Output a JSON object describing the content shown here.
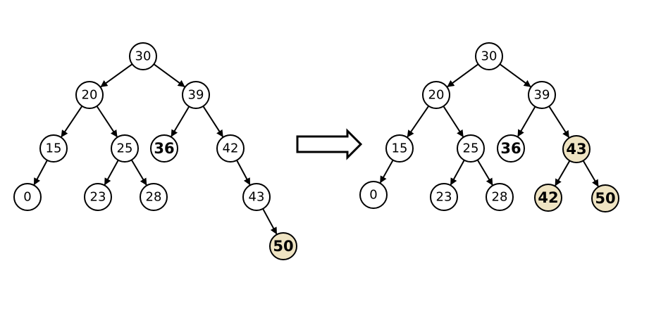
{
  "colors": {
    "node_fill": "#ffffff",
    "highlight_fill": "#efe4c3",
    "stroke": "#000000"
  },
  "trees": [
    {
      "id": "before",
      "nodes": [
        {
          "id": "n30",
          "label": "30"
        },
        {
          "id": "n20",
          "label": "20"
        },
        {
          "id": "n39",
          "label": "39"
        },
        {
          "id": "n15",
          "label": "15"
        },
        {
          "id": "n25",
          "label": "25"
        },
        {
          "id": "n36",
          "label": "36",
          "bold": true
        },
        {
          "id": "n42",
          "label": "42"
        },
        {
          "id": "n0",
          "label": "0"
        },
        {
          "id": "n23",
          "label": "23"
        },
        {
          "id": "n28",
          "label": "28"
        },
        {
          "id": "n43",
          "label": "43"
        },
        {
          "id": "n50",
          "label": "50",
          "bold": true,
          "highlight": true
        }
      ],
      "edges": [
        [
          "n30",
          "n20"
        ],
        [
          "n30",
          "n39"
        ],
        [
          "n20",
          "n15"
        ],
        [
          "n20",
          "n25"
        ],
        [
          "n39",
          "n36"
        ],
        [
          "n39",
          "n42"
        ],
        [
          "n15",
          "n0"
        ],
        [
          "n25",
          "n23"
        ],
        [
          "n25",
          "n28"
        ],
        [
          "n42",
          "n43"
        ],
        [
          "n43",
          "n50"
        ]
      ]
    },
    {
      "id": "after",
      "nodes": [
        {
          "id": "m30",
          "label": "30"
        },
        {
          "id": "m20",
          "label": "20"
        },
        {
          "id": "m39",
          "label": "39"
        },
        {
          "id": "m15",
          "label": "15"
        },
        {
          "id": "m25",
          "label": "25"
        },
        {
          "id": "m36",
          "label": "36",
          "bold": true
        },
        {
          "id": "m43",
          "label": "43",
          "bold": true,
          "highlight": true
        },
        {
          "id": "m0",
          "label": "0"
        },
        {
          "id": "m23",
          "label": "23"
        },
        {
          "id": "m28",
          "label": "28"
        },
        {
          "id": "m42",
          "label": "42",
          "bold": true,
          "highlight": true
        },
        {
          "id": "m50",
          "label": "50",
          "bold": true,
          "highlight": true
        }
      ],
      "edges": [
        [
          "m30",
          "m20"
        ],
        [
          "m30",
          "m39"
        ],
        [
          "m20",
          "m15"
        ],
        [
          "m20",
          "m25"
        ],
        [
          "m39",
          "m36"
        ],
        [
          "m39",
          "m43"
        ],
        [
          "m15",
          "m0"
        ],
        [
          "m25",
          "m23"
        ],
        [
          "m25",
          "m28"
        ],
        [
          "m43",
          "m42"
        ],
        [
          "m43",
          "m50"
        ]
      ]
    }
  ]
}
